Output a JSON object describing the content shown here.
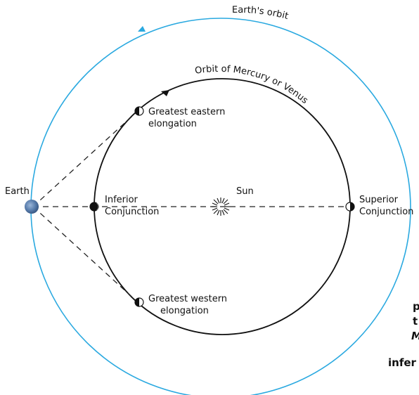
{
  "labels": {
    "earths_orbit": "Earth's orbit",
    "inner_orbit": "Orbit of Mercury or Venus",
    "earth": "Earth",
    "sun": "Sun",
    "inferior_conjunction_1": "Inferior",
    "inferior_conjunction_2": "Conjunction",
    "superior_conjunction_1": "Superior",
    "superior_conjunction_2": "Conjunction",
    "greatest_eastern_1": "Greatest eastern",
    "greatest_eastern_2": "elongation",
    "greatest_western_1": "Greatest western",
    "greatest_western_2": "elongation"
  },
  "cropped_text": {
    "line1": "p",
    "line2": "t",
    "line3": "M",
    "line4": "infer"
  },
  "colors": {
    "earth_orbit": "#2aa9e0",
    "inner_orbit": "#111111",
    "earth_planet": "#5b7fae",
    "lines": "#222222"
  }
}
